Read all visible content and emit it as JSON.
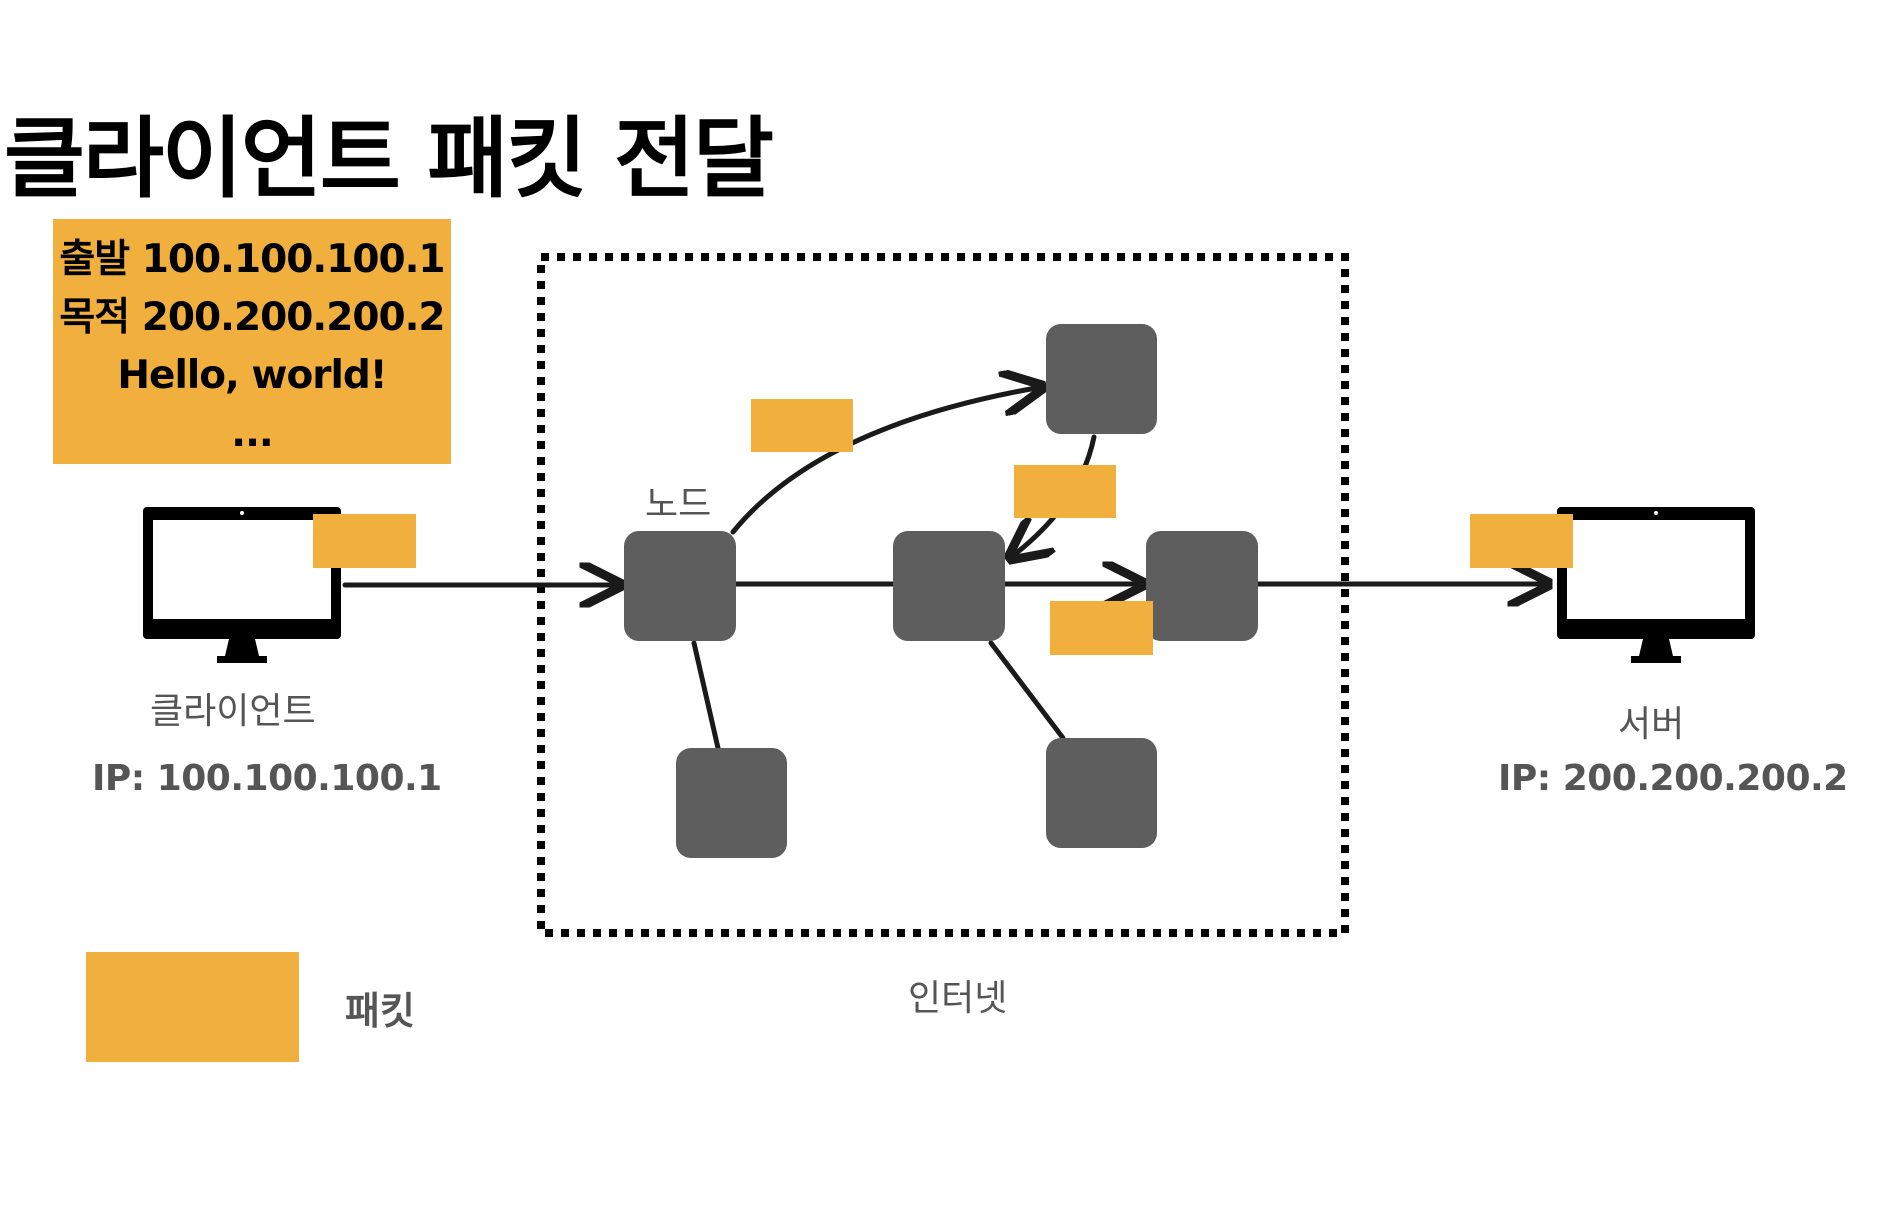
{
  "title": "클라이언트 패킷 전달",
  "packet_info": {
    "lines": [
      "출발 100.100.100.1",
      "목적 200.200.200.2",
      "Hello, world!",
      "..."
    ]
  },
  "client": {
    "label": "클라이언트",
    "ip": "IP: 100.100.100.1"
  },
  "server": {
    "label": "서버",
    "ip": "IP: 200.200.200.2"
  },
  "node_label": "노드",
  "internet_label": "인터넷",
  "legend": {
    "packet_label": "패킷"
  },
  "colors": {
    "packet": "#F1B03E",
    "node": "#5E5E5E",
    "line": "#1a1a1a",
    "monitor": "#000000"
  },
  "icons": [
    "monitor-icon",
    "monitor-icon"
  ]
}
